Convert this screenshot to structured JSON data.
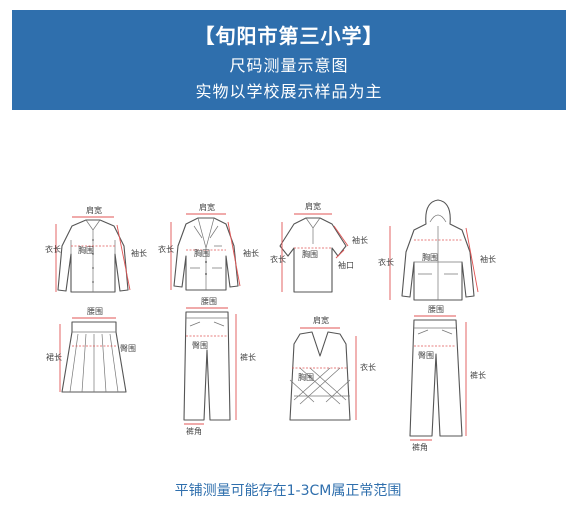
{
  "header": {
    "line1": "【旬阳市第三小学】",
    "line2": "尺码测量示意图",
    "line3": "实物以学校展示样品为主",
    "bg_color": "#2f6fad"
  },
  "labels": {
    "shirt": {
      "shoulder": "肩宽",
      "length": "衣长",
      "chest": "胸围",
      "sleeve": "袖长"
    },
    "blazer": {
      "shoulder": "肩宽",
      "length": "衣长",
      "chest": "胸围",
      "sleeve": "袖长"
    },
    "polo": {
      "shoulder": "肩宽",
      "length": "衣长",
      "chest": "胸围",
      "sleeve": "袖长",
      "cuff": "袖口"
    },
    "jacket": {
      "length": "衣长",
      "chest": "胸围",
      "sleeve": "袖长"
    },
    "skirt": {
      "waist": "腰围",
      "length": "裙长",
      "hip": "臀围"
    },
    "pants1": {
      "waist": "腰围",
      "hip": "臀围",
      "length": "裤长",
      "hem": "裤角"
    },
    "vest": {
      "shoulder": "肩宽",
      "chest": "胸围",
      "length": "衣长"
    },
    "pants2": {
      "waist": "腰围",
      "hip": "臀围",
      "length": "裤长",
      "hem": "裤角"
    }
  },
  "footer": {
    "note": "平铺测量可能存在1-3CM属正常范围",
    "color": "#2f6fad"
  }
}
